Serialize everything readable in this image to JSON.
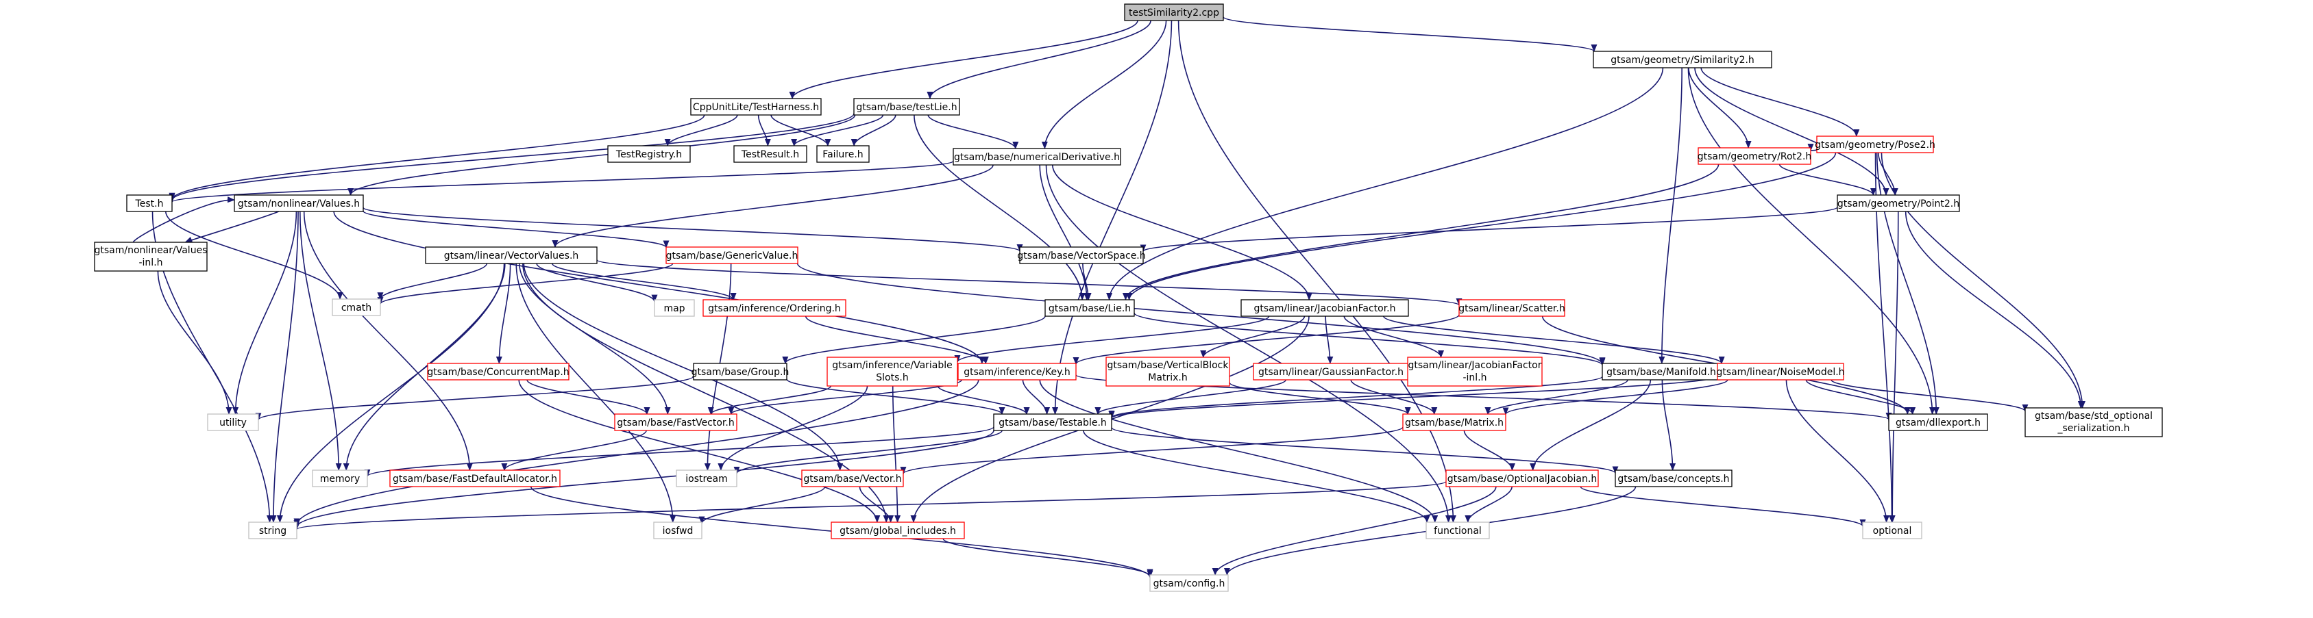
{
  "diagram": {
    "colors": {
      "edge": "#191970",
      "root_fill": "#bfbfbf",
      "root_border": "#000000",
      "node_fill": "#ffffff",
      "doc_border": "#000000",
      "partial_border": "#ff0000",
      "external_border": "#bfbfbf",
      "text": "#000000"
    },
    "nodes": [
      {
        "id": "root",
        "kind": "root",
        "lines": [
          "testSimilarity2.cpp"
        ]
      },
      {
        "id": "harness",
        "kind": "doc",
        "lines": [
          "CppUnitLite/TestHarness.h"
        ]
      },
      {
        "id": "testlie",
        "kind": "doc",
        "lines": [
          "gtsam/base/testLie.h"
        ]
      },
      {
        "id": "sim2",
        "kind": "doc",
        "lines": [
          "gtsam/geometry/Similarity2.h"
        ]
      },
      {
        "id": "testreg",
        "kind": "doc",
        "lines": [
          "TestRegistry.h"
        ]
      },
      {
        "id": "testresult",
        "kind": "doc",
        "lines": [
          "TestResult.h"
        ]
      },
      {
        "id": "failure",
        "kind": "doc",
        "lines": [
          "Failure.h"
        ]
      },
      {
        "id": "numderiv",
        "kind": "doc",
        "lines": [
          "gtsam/base/numericalDerivative.h"
        ]
      },
      {
        "id": "pose2",
        "kind": "partial",
        "lines": [
          "gtsam/geometry/Pose2.h"
        ]
      },
      {
        "id": "rot2",
        "kind": "partial",
        "lines": [
          "gtsam/geometry/Rot2.h"
        ]
      },
      {
        "id": "point2",
        "kind": "doc",
        "lines": [
          "gtsam/geometry/Point2.h"
        ]
      },
      {
        "id": "test",
        "kind": "doc",
        "lines": [
          "Test.h"
        ]
      },
      {
        "id": "values",
        "kind": "doc",
        "lines": [
          "gtsam/nonlinear/Values.h"
        ]
      },
      {
        "id": "valuesinl",
        "kind": "doc",
        "lines": [
          "gtsam/nonlinear/Values",
          "-inl.h"
        ]
      },
      {
        "id": "vecvalues",
        "kind": "doc",
        "lines": [
          "gtsam/linear/VectorValues.h"
        ]
      },
      {
        "id": "genval",
        "kind": "partial",
        "lines": [
          "gtsam/base/GenericValue.h"
        ]
      },
      {
        "id": "vecspace",
        "kind": "doc",
        "lines": [
          "gtsam/base/VectorSpace.h"
        ]
      },
      {
        "id": "cmath",
        "kind": "ext",
        "lines": [
          "cmath"
        ]
      },
      {
        "id": "map",
        "kind": "ext",
        "lines": [
          "map"
        ]
      },
      {
        "id": "ordering",
        "kind": "partial",
        "lines": [
          "gtsam/inference/Ordering.h"
        ]
      },
      {
        "id": "lie",
        "kind": "doc",
        "lines": [
          "gtsam/base/Lie.h"
        ]
      },
      {
        "id": "jacfac",
        "kind": "doc",
        "lines": [
          "gtsam/linear/JacobianFactor.h"
        ]
      },
      {
        "id": "scatter",
        "kind": "partial",
        "lines": [
          "gtsam/linear/Scatter.h"
        ]
      },
      {
        "id": "group",
        "kind": "doc",
        "lines": [
          "gtsam/base/Group.h"
        ]
      },
      {
        "id": "varslots",
        "kind": "partial",
        "lines": [
          "gtsam/inference/Variable",
          "Slots.h"
        ]
      },
      {
        "id": "key",
        "kind": "partial",
        "lines": [
          "gtsam/inference/Key.h"
        ]
      },
      {
        "id": "vbm",
        "kind": "partial",
        "lines": [
          "gtsam/base/VerticalBlock",
          "Matrix.h"
        ]
      },
      {
        "id": "gaussfac",
        "kind": "partial",
        "lines": [
          "gtsam/linear/GaussianFactor.h"
        ]
      },
      {
        "id": "jacinl",
        "kind": "partial",
        "lines": [
          "gtsam/linear/JacobianFactor",
          "-inl.h"
        ]
      },
      {
        "id": "manifold",
        "kind": "doc",
        "lines": [
          "gtsam/base/Manifold.h"
        ]
      },
      {
        "id": "noise",
        "kind": "partial",
        "lines": [
          "gtsam/linear/NoiseModel.h"
        ]
      },
      {
        "id": "concmap",
        "kind": "partial",
        "lines": [
          "gtsam/base/ConcurrentMap.h"
        ]
      },
      {
        "id": "utility",
        "kind": "ext",
        "lines": [
          "utility"
        ]
      },
      {
        "id": "fastvec",
        "kind": "partial",
        "lines": [
          "gtsam/base/FastVector.h"
        ]
      },
      {
        "id": "testable",
        "kind": "doc",
        "lines": [
          "gtsam/base/Testable.h"
        ]
      },
      {
        "id": "matrix",
        "kind": "partial",
        "lines": [
          "gtsam/base/Matrix.h"
        ]
      },
      {
        "id": "dllexport",
        "kind": "doc",
        "lines": [
          "gtsam/dllexport.h"
        ]
      },
      {
        "id": "stdopt",
        "kind": "doc",
        "lines": [
          "gtsam/base/std_optional",
          "_serialization.h"
        ]
      },
      {
        "id": "memory",
        "kind": "ext",
        "lines": [
          "memory"
        ]
      },
      {
        "id": "fastdefalloc",
        "kind": "partial",
        "lines": [
          "gtsam/base/FastDefaultAllocator.h"
        ]
      },
      {
        "id": "iostream",
        "kind": "ext",
        "lines": [
          "iostream"
        ]
      },
      {
        "id": "vector",
        "kind": "partial",
        "lines": [
          "gtsam/base/Vector.h"
        ]
      },
      {
        "id": "concepts",
        "kind": "doc",
        "lines": [
          "gtsam/base/concepts.h"
        ]
      },
      {
        "id": "optjac",
        "kind": "partial",
        "lines": [
          "gtsam/base/OptionalJacobian.h"
        ]
      },
      {
        "id": "string",
        "kind": "ext",
        "lines": [
          "string"
        ]
      },
      {
        "id": "iosfwd",
        "kind": "ext",
        "lines": [
          "iosfwd"
        ]
      },
      {
        "id": "globalinc",
        "kind": "partial",
        "lines": [
          "gtsam/global_includes.h"
        ]
      },
      {
        "id": "functional",
        "kind": "ext",
        "lines": [
          "functional"
        ]
      },
      {
        "id": "optional",
        "kind": "ext",
        "lines": [
          "optional"
        ]
      },
      {
        "id": "config",
        "kind": "ext",
        "lines": [
          "gtsam/config.h"
        ]
      }
    ],
    "edges": [
      [
        "root",
        "harness"
      ],
      [
        "root",
        "testlie"
      ],
      [
        "root",
        "numderiv"
      ],
      [
        "root",
        "sim2"
      ],
      [
        "root",
        "testable"
      ],
      [
        "root",
        "functional"
      ],
      [
        "harness",
        "testreg"
      ],
      [
        "harness",
        "testresult"
      ],
      [
        "harness",
        "failure"
      ],
      [
        "harness",
        "test"
      ],
      [
        "testlie",
        "testresult"
      ],
      [
        "testlie",
        "failure"
      ],
      [
        "testlie",
        "test"
      ],
      [
        "testlie",
        "numderiv"
      ],
      [
        "testlie",
        "values"
      ],
      [
        "testlie",
        "lie"
      ],
      [
        "sim2",
        "lie"
      ],
      [
        "sim2",
        "rot2"
      ],
      [
        "sim2",
        "pose2"
      ],
      [
        "sim2",
        "point2"
      ],
      [
        "sim2",
        "manifold"
      ],
      [
        "sim2",
        "dllexport"
      ],
      [
        "pose2",
        "rot2"
      ],
      [
        "pose2",
        "point2"
      ],
      [
        "pose2",
        "lie"
      ],
      [
        "pose2",
        "dllexport"
      ],
      [
        "pose2",
        "stdopt"
      ],
      [
        "pose2",
        "optional"
      ],
      [
        "rot2",
        "point2"
      ],
      [
        "rot2",
        "lie"
      ],
      [
        "point2",
        "vecspace"
      ],
      [
        "point2",
        "stdopt"
      ],
      [
        "point2",
        "optional"
      ],
      [
        "numderiv",
        "test"
      ],
      [
        "numderiv",
        "vecvalues"
      ],
      [
        "numderiv",
        "lie"
      ],
      [
        "numderiv",
        "jacfac"
      ],
      [
        "numderiv",
        "functional"
      ],
      [
        "test",
        "cmath"
      ],
      [
        "test",
        "string"
      ],
      [
        "values",
        "valuesinl"
      ],
      [
        "values",
        "vecspace"
      ],
      [
        "values",
        "genval"
      ],
      [
        "values",
        "key"
      ],
      [
        "values",
        "fastdefalloc"
      ],
      [
        "values",
        "memory"
      ],
      [
        "values",
        "string"
      ],
      [
        "values",
        "utility"
      ],
      [
        "valuesinl",
        "values"
      ],
      [
        "valuesinl",
        "utility"
      ],
      [
        "vecvalues",
        "cmath"
      ],
      [
        "vecvalues",
        "map"
      ],
      [
        "vecvalues",
        "ordering"
      ],
      [
        "vecvalues",
        "scatter"
      ],
      [
        "vecvalues",
        "concmap"
      ],
      [
        "vecvalues",
        "fastvec"
      ],
      [
        "vecvalues",
        "vector"
      ],
      [
        "vecvalues",
        "globalinc"
      ],
      [
        "vecvalues",
        "memory"
      ],
      [
        "vecvalues",
        "string"
      ],
      [
        "vecvalues",
        "iosfwd"
      ],
      [
        "genval",
        "manifold"
      ],
      [
        "genval",
        "iostream"
      ],
      [
        "genval",
        "cmath"
      ],
      [
        "vecspace",
        "lie"
      ],
      [
        "ordering",
        "key"
      ],
      [
        "lie",
        "manifold"
      ],
      [
        "lie",
        "group"
      ],
      [
        "jacfac",
        "varslots"
      ],
      [
        "jacfac",
        "vbm"
      ],
      [
        "jacfac",
        "gaussfac"
      ],
      [
        "jacfac",
        "jacinl"
      ],
      [
        "jacfac",
        "noise"
      ],
      [
        "jacfac",
        "globalinc"
      ],
      [
        "scatter",
        "key"
      ],
      [
        "scatter",
        "dllexport"
      ],
      [
        "group",
        "testable"
      ],
      [
        "group",
        "utility"
      ],
      [
        "varslots",
        "fastvec"
      ],
      [
        "varslots",
        "testable"
      ],
      [
        "varslots",
        "iostream"
      ],
      [
        "varslots",
        "globalinc"
      ],
      [
        "key",
        "fastvec"
      ],
      [
        "key",
        "testable"
      ],
      [
        "key",
        "dllexport"
      ],
      [
        "key",
        "functional"
      ],
      [
        "key",
        "string"
      ],
      [
        "vbm",
        "matrix"
      ],
      [
        "gaussfac",
        "testable"
      ],
      [
        "gaussfac",
        "matrix"
      ],
      [
        "manifold",
        "testable"
      ],
      [
        "manifold",
        "matrix"
      ],
      [
        "manifold",
        "optjac"
      ],
      [
        "manifold",
        "concepts"
      ],
      [
        "noise",
        "testable"
      ],
      [
        "noise",
        "matrix"
      ],
      [
        "noise",
        "dllexport"
      ],
      [
        "noise",
        "stdopt"
      ],
      [
        "noise",
        "optional"
      ],
      [
        "concmap",
        "fastvec"
      ],
      [
        "concmap",
        "globalinc"
      ],
      [
        "fastvec",
        "fastdefalloc"
      ],
      [
        "fastdefalloc",
        "config"
      ],
      [
        "testable",
        "memory"
      ],
      [
        "testable",
        "iostream"
      ],
      [
        "testable",
        "concepts"
      ],
      [
        "testable",
        "string"
      ],
      [
        "testable",
        "functional"
      ],
      [
        "matrix",
        "vector"
      ],
      [
        "matrix",
        "optjac"
      ],
      [
        "vector",
        "iosfwd"
      ],
      [
        "vector",
        "globalinc"
      ],
      [
        "concepts",
        "config"
      ],
      [
        "optjac",
        "config"
      ],
      [
        "optjac",
        "functional"
      ],
      [
        "optjac",
        "optional"
      ],
      [
        "optjac",
        "string"
      ],
      [
        "globalinc",
        "config"
      ]
    ]
  }
}
